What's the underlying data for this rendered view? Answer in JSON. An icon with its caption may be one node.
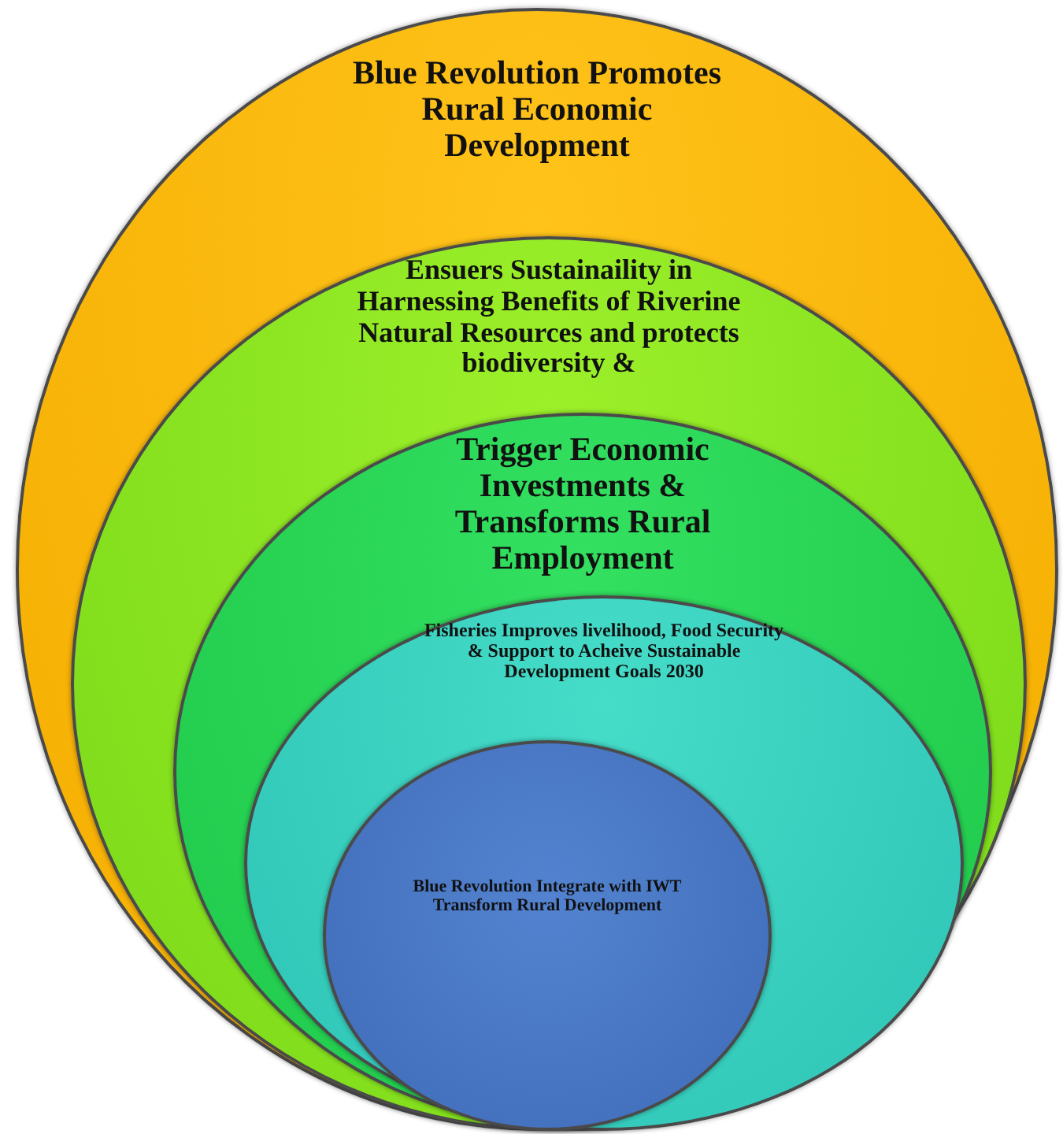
{
  "diagram": {
    "nodes": [
      {
        "text": [
          "Blue Revolution Promotes Rural Economic Development"
        ]
      },
      {
        "text": [
          "Ensuers Sustainaility in Harnessing Benefits of Riverine Natural Resources and protects biodiversity &"
        ],
        "in": 0
      },
      {
        "text": [
          "Trigger Economic Investments & Transforms Rural Employment"
        ],
        "in": 1
      },
      {
        "text": [
          "Fisheries Improves livelihood, Food Security & Support to Acheive Sustainable Development Goals 2030"
        ],
        "in": 2
      },
      {
        "text": [
          "Blue Revolution Integrate with IWT Transform Rural Development"
        ],
        "in": 3
      }
    ]
  }
}
